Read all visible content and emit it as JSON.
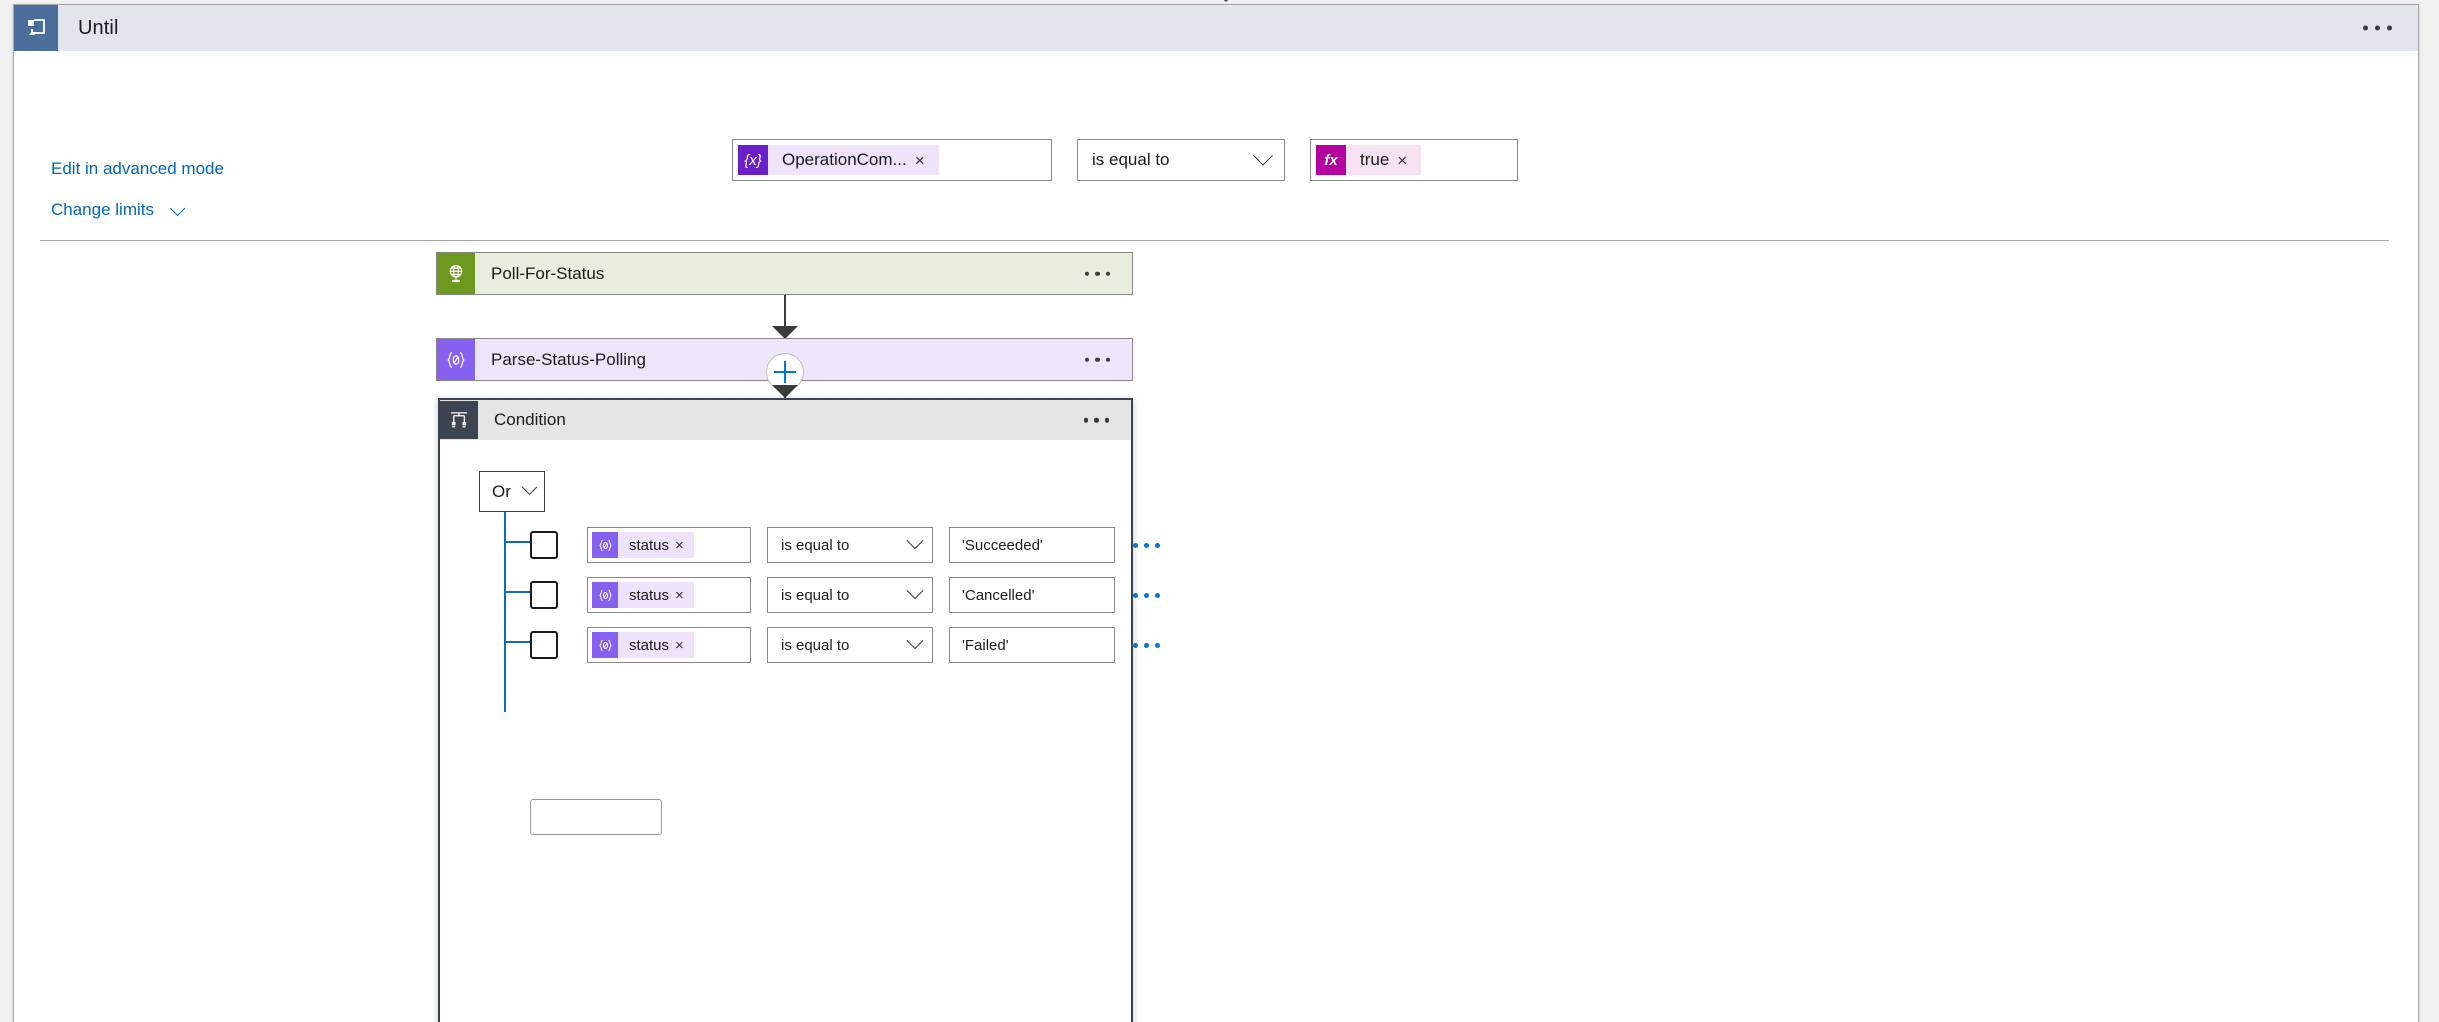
{
  "window": {
    "background": "#f1f1f1"
  },
  "until": {
    "title": "Until",
    "icon": "loop-until-icon",
    "overflow_menu": "until-overflow-menu",
    "header_bg": "#e1e5ec",
    "icon_bg": "#4a6e9b",
    "condition": {
      "left_token": {
        "icon": "variable-token-icon",
        "icon_glyph": "{x}",
        "label": "OperationCom...",
        "remove": "×",
        "icon_color": "#6b1fc9",
        "body_color": "#efe3fb"
      },
      "operator": {
        "value": "is equal to",
        "chevron": "chevron-down-icon"
      },
      "right_token": {
        "icon": "expression-token-icon",
        "icon_glyph": "fx",
        "label": "true",
        "remove": "×",
        "icon_color": "#b4009e",
        "body_color": "#f7e2f2"
      }
    },
    "advanced_link": "Edit in advanced mode",
    "change_limits_link": "Change limits",
    "link_color": "#0067b8"
  },
  "flow": {
    "nodes": [
      {
        "name": "Poll-For-Status",
        "icon": "http-globe-icon",
        "icon_bg": "#6b9a1f",
        "card_bg": "#e7eedd",
        "overflow_menu": "node-overflow-menu"
      },
      {
        "name": "Parse-Status-Polling",
        "icon": "parse-json-icon",
        "icon_glyph": "{⌀}",
        "icon_bg": "#8661f0",
        "card_bg": "#ece6fb",
        "overflow_menu": "node-overflow-menu"
      }
    ],
    "add_step_button": "+",
    "add_step_color": "#0078d4",
    "connector_color": "#3b3b3b"
  },
  "condition": {
    "title": "Condition",
    "icon": "condition-branch-icon",
    "icon_bg": "#3b4450",
    "header_bg": "#e5e5e5",
    "overflow_menu": "condition-overflow-menu",
    "logic_operator": {
      "value": "Or",
      "chevron": "chevron-down-icon"
    },
    "tree_line_color": "#0f6cbd",
    "rows": [
      {
        "checkbox": false,
        "token": {
          "icon_glyph": "{⌀}",
          "label": "status",
          "remove": "×"
        },
        "operator": "is equal to",
        "value": "'Succeeded'",
        "overflow_menu": "row-overflow-menu"
      },
      {
        "checkbox": false,
        "token": {
          "icon_glyph": "{⌀}",
          "label": "status",
          "remove": "×"
        },
        "operator": "is equal to",
        "value": "'Cancelled'",
        "overflow_menu": "row-overflow-menu"
      },
      {
        "checkbox": false,
        "token": {
          "icon_glyph": "{⌀}",
          "label": "status",
          "remove": "×"
        },
        "operator": "is equal to",
        "value": "'Failed'",
        "overflow_menu": "row-overflow-menu"
      }
    ],
    "add_button": ""
  }
}
